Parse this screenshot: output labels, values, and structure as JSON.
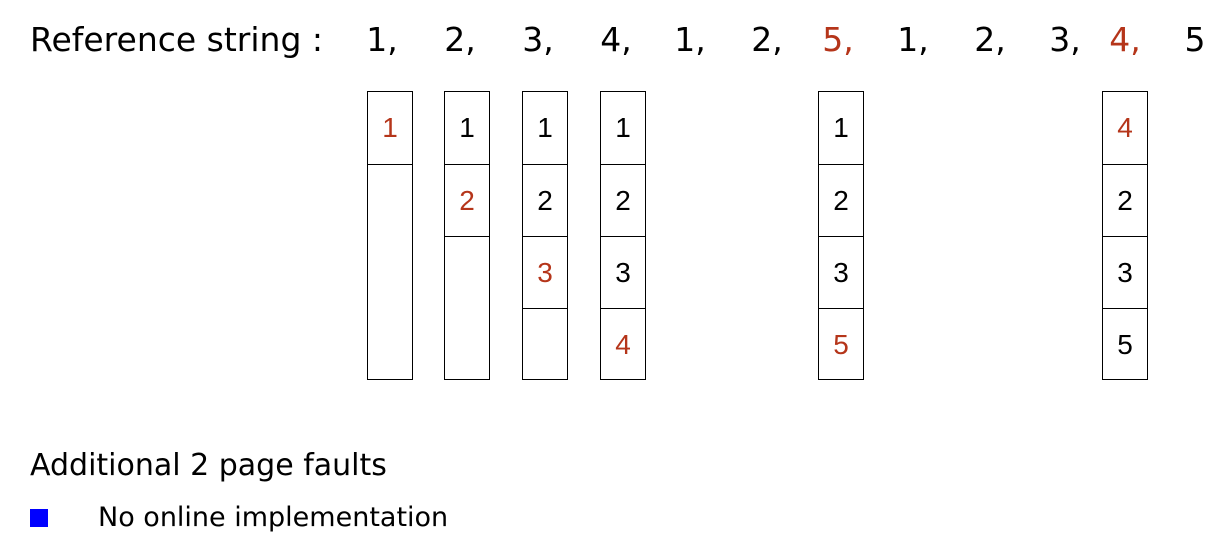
{
  "reference": {
    "label": "Reference string :",
    "values": [
      "1,",
      "2,",
      "3,",
      "4,",
      "1,",
      "2,",
      "5,",
      "1,",
      "2,",
      "3,",
      "4,",
      "5"
    ],
    "highlight_indices": [
      6,
      10
    ]
  },
  "frames": [
    [
      "1",
      "",
      "",
      ""
    ],
    [
      "1",
      "2",
      "",
      ""
    ],
    [
      "1",
      "2",
      "3",
      ""
    ],
    [
      "1",
      "2",
      "3",
      "4"
    ],
    [
      "1",
      "2",
      "3",
      "5"
    ],
    [
      "4",
      "2",
      "3",
      "5"
    ]
  ],
  "frame_new": [
    0,
    1,
    2,
    3,
    3,
    0
  ],
  "frame_fill_rows": [
    1,
    2,
    3,
    4,
    4,
    4
  ],
  "summary": "Additional 2 page faults",
  "bullet": {
    "icon": "square-bullet-icon",
    "text": "No online implementation"
  },
  "colors": {
    "text": "#000000",
    "highlight": "#b5351a",
    "bullet": "#0000ff"
  }
}
